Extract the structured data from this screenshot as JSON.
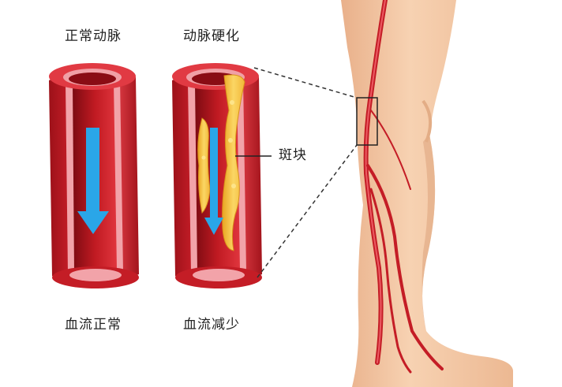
{
  "labels": {
    "normal_artery": "正常动脉",
    "hardened_artery": "动脉硬化",
    "plaque": "斑块",
    "flow_normal": "血流正常",
    "flow_reduced": "血流减少"
  },
  "colors": {
    "artery_wall": "#d8232e",
    "artery_wall_dark": "#a8141c",
    "lumen": "#c01a22",
    "inner_lining": "#f0a0a6",
    "plaque": "#f5c34a",
    "flow_arrow": "#2aa6e8",
    "skin": "#f4c9a3",
    "skin_shadow": "#e3ad86"
  },
  "icons": [
    "flow-arrow-icon",
    "magnify-box-icon"
  ]
}
